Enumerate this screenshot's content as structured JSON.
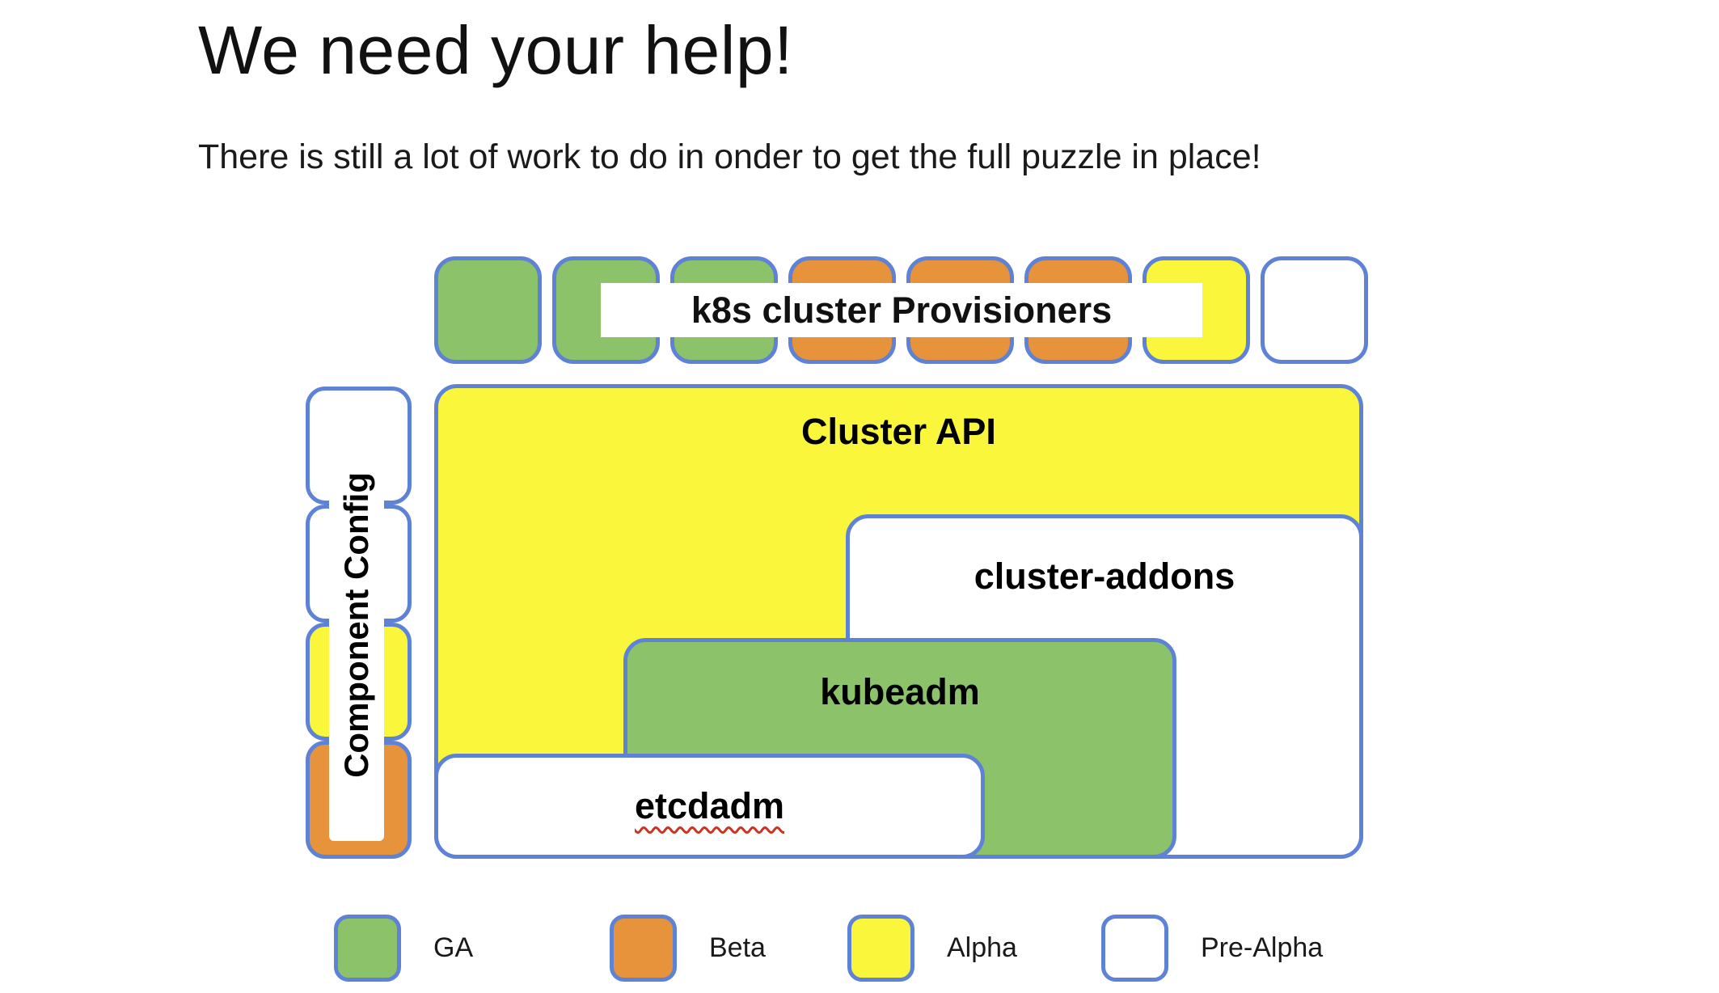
{
  "page": {
    "title": "We need your help!",
    "subtitle": "There is still a lot of work to do in onder to get the full puzzle in place!"
  },
  "palette": {
    "ga": "#8cc269",
    "beta": "#e7933c",
    "alpha": "#f9f63b",
    "prealpha": "#ffffff",
    "border": "#5e82d6",
    "spellcheck": "#cc3322"
  },
  "provisioners": {
    "label": "k8s cluster Provisioners",
    "squares": [
      "ga",
      "ga",
      "ga",
      "beta",
      "beta",
      "beta",
      "alpha",
      "prealpha"
    ]
  },
  "component_config": {
    "label": "Component Config",
    "segments": [
      "prealpha",
      "prealpha",
      "alpha",
      "beta"
    ]
  },
  "boxes": {
    "cluster_api": {
      "label": "Cluster API",
      "status": "alpha"
    },
    "cluster_addons": {
      "label": "cluster-addons",
      "status": "prealpha"
    },
    "kubeadm": {
      "label": "kubeadm",
      "status": "ga"
    },
    "etcdadm": {
      "label": "etcdadm",
      "status": "prealpha"
    }
  },
  "legend": {
    "items": [
      {
        "label": "GA",
        "status": "ga"
      },
      {
        "label": "Beta",
        "status": "beta"
      },
      {
        "label": "Alpha",
        "status": "alpha"
      },
      {
        "label": "Pre-Alpha",
        "status": "prealpha"
      }
    ]
  }
}
